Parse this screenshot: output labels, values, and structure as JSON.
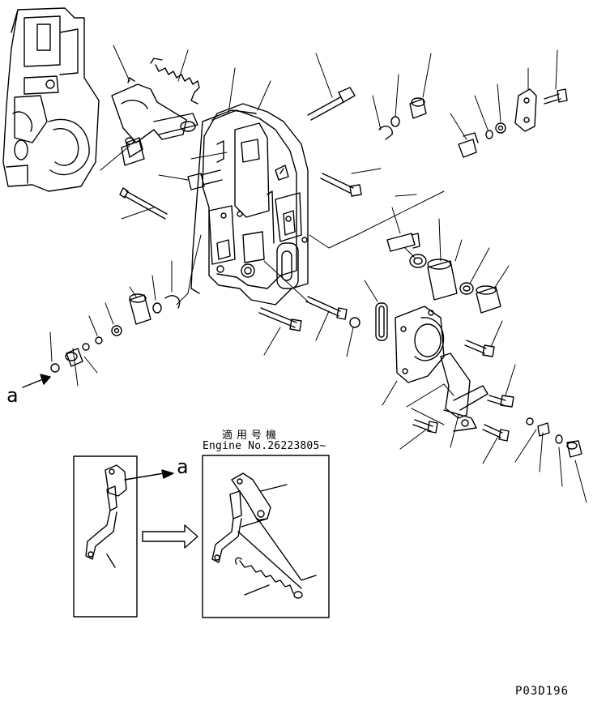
{
  "labels": {
    "japanese_applicable": "適用号機",
    "engine_applicable": "Engine No.26223805~",
    "view_a_left": "a",
    "view_a_detail": "a",
    "drawing_code": "P03D196"
  }
}
